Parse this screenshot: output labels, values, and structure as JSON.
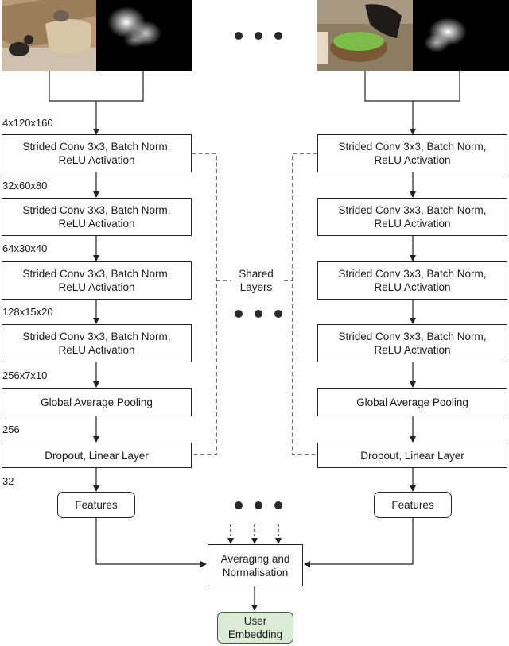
{
  "input_left": {
    "photo": "cat-on-sofa-photo",
    "heatmap": "saliency-heatmap"
  },
  "input_right": {
    "photo": "cat-with-grass-photo",
    "heatmap": "saliency-heatmap"
  },
  "dims": [
    "4x120x160",
    "32x60x80",
    "64x30x40",
    "128x15x20",
    "256x7x10",
    "256",
    "32"
  ],
  "conv_block_line1": "Strided Conv 3x3, Batch Norm,",
  "conv_block_line2": "ReLU Activation",
  "pooling_label": "Global Average Pooling",
  "dropout_label": "Dropout, Linear Layer",
  "features_label": "Features",
  "shared_line1": "Shared",
  "shared_line2": "Layers",
  "averaging_line1": "Averaging and",
  "averaging_line2": "Normalisation",
  "embedding_line1": "User",
  "embedding_line2": "Embedding",
  "colors": {
    "embedding_fill": "#dcebd6",
    "stroke": "#222222"
  }
}
